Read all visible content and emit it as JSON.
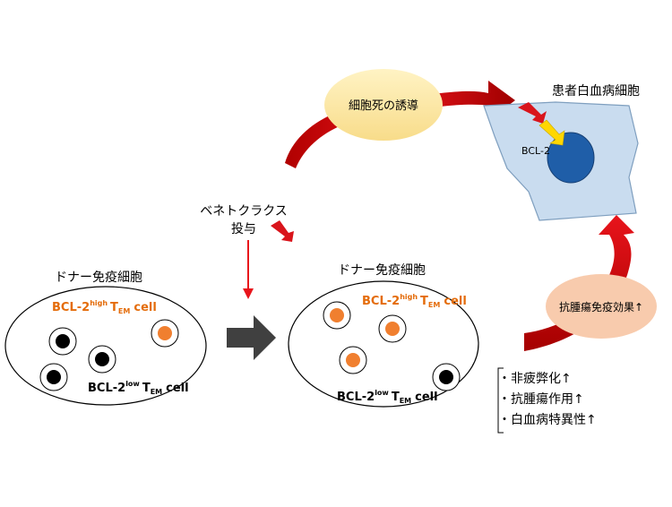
{
  "colors": {
    "red_arrow": "#E8141B",
    "dark_arrow": "#404040",
    "orange_cell": "#F07F2F",
    "label_orange": "#E46C0A",
    "bubble_yellow": "#FCE7A0",
    "bubble_peach": "#F8CBAD",
    "patient_cell_fill": "#C9DCEF",
    "nucleus_blue": "#1F5EA8",
    "bcl2_yellow": "#FFD700"
  },
  "labels": {
    "apoptosis_bubble": "細胞死の誘導",
    "patient_cell_title": "患者白血病細胞",
    "bcl2": "BCL-2",
    "venetoclax_line1": "ベネトクラクス",
    "venetoclax_line2": "投与",
    "donor_left_title": "ドナー免疫細胞",
    "donor_right_title": "ドナー免疫細胞",
    "antitumor_bubble": "抗腫瘍免疫効果↑"
  },
  "left_group": {
    "high_label": {
      "prefix": "BCL-2",
      "sup": "high",
      "t": "T",
      "sub": "EM",
      "suffix": "cell"
    },
    "low_label": {
      "prefix": "BCL-2",
      "sup": "low",
      "t": "T",
      "sub": "EM",
      "suffix": "cell"
    }
  },
  "right_group": {
    "high_label": {
      "prefix": "BCL-2",
      "sup": "high",
      "t": "T",
      "sub": "EM",
      "suffix": "cell"
    },
    "low_label": {
      "prefix": "BCL-2",
      "sup": "low",
      "t": "T",
      "sub": "EM",
      "suffix": "cell"
    }
  },
  "effects": {
    "items": [
      "・非疲弊化↑",
      "・抗腫瘍作用↑",
      "・白血病特異性↑"
    ]
  }
}
